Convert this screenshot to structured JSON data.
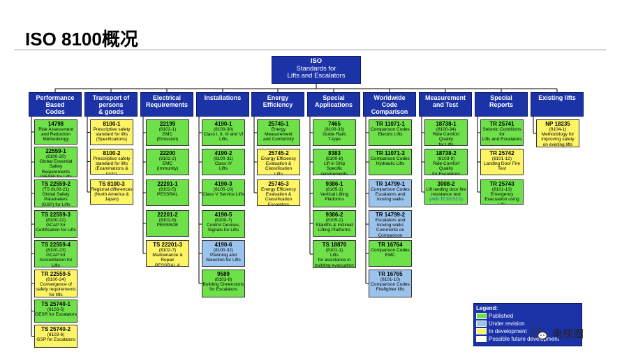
{
  "page": {
    "title": "ISO 8100概况"
  },
  "root": {
    "title": "ISO",
    "subtitle": "Standards for\nLifts and Escalators"
  },
  "columns": [
    {
      "header": "Performance\nBased\nCodes",
      "items": [
        {
          "code": "14798",
          "number": "",
          "desc": "Risk Assessment\nand Reduction\nMethodology",
          "status": "published"
        },
        {
          "code": "22559-1",
          "number": "(8100-20)",
          "desc": "Global Essential\nSafety Requirements\n(GESR) for Lifts",
          "status": "published"
        },
        {
          "code": "TS 22559-2",
          "number": "(TS 8100-21)",
          "desc": "Global Safety\nParameters\n(GSP) for Lifts",
          "status": "published"
        },
        {
          "code": "TS 22559-3",
          "number": "(8100-22)",
          "desc": "GCAP for\nCertification for Lifts",
          "status": "published"
        },
        {
          "code": "TS 22559-4",
          "number": "(8100-23)",
          "desc": "GCAP for\nAccreditation for Lifts",
          "status": "published"
        },
        {
          "code": "TR 22559-5",
          "number": "(8100-24)",
          "desc": "Convergence of\nsafety requirements\nfor lifts",
          "status": "development"
        },
        {
          "code": "TS 25740-1",
          "number": "(8103-5)",
          "desc": "GESR for Escalators",
          "status": "published"
        },
        {
          "code": "TS 25740-2",
          "number": "(8103-6)",
          "desc": "GSP for Escalators",
          "status": "development"
        }
      ]
    },
    {
      "header": "Transport of\npersons\n& goods",
      "items": [
        {
          "code": "8100-1",
          "number": "",
          "desc": "Prescriptive safety\nstandard for lifts\n(Specifications)",
          "status": "development"
        },
        {
          "code": "8100-2",
          "number": "",
          "desc": "Prescriptive safety\nstandard for lifts\n(Examinations & tests)",
          "status": "development"
        },
        {
          "code": "TS 8100-3",
          "number": "",
          "desc": "Regional differences\n(North America &\nJapan)",
          "status": "development"
        }
      ]
    },
    {
      "header": "Electrical\nRequirements",
      "items": [
        {
          "code": "22199",
          "number": "(8102-1)",
          "desc": "EMC\n(Emission)",
          "status": "published"
        },
        {
          "code": "22200",
          "number": "(8102-2)",
          "desc": "EMC\n(Immunity)",
          "status": "published"
        },
        {
          "code": "22201-1",
          "number": "(8102-5)",
          "desc": "PESSRAL",
          "status": "published"
        },
        {
          "code": "22201-2",
          "number": "(8102-6)",
          "desc": "PESSRAE",
          "status": "published"
        },
        {
          "code": "TS 22201-3",
          "number": "(8102-7)",
          "desc": "Maintenance &\nRepair\nPESSRAL & PESSRAE",
          "status": "development"
        }
      ]
    },
    {
      "header": "Installations",
      "items": [
        {
          "code": "4190-1",
          "number": "(8100-30)",
          "desc": "Class I, II, III and VI Lifts",
          "status": "published"
        },
        {
          "code": "4190-2",
          "number": "(8100-31)",
          "desc": "Class IV\nLifts",
          "status": "published"
        },
        {
          "code": "4190-3",
          "number": "(8105-10)",
          "desc": "Class V Service Lifts",
          "status": "published"
        },
        {
          "code": "4190-5",
          "number": "(8100-7)",
          "desc": "Control Devices,\nSignals for Lifts",
          "status": "published"
        },
        {
          "code": "4190-6",
          "number": "(8100-32)",
          "desc": "Planning and\nSelection for Lifts",
          "status": "revision"
        },
        {
          "code": "9589",
          "number": "(8103-8)",
          "desc": "Building Dimensions\nfor Escalators",
          "status": "published"
        }
      ]
    },
    {
      "header": "Energy\nEfficiency",
      "items": [
        {
          "code": "25745-1",
          "number": "",
          "desc": "Energy Measurement\nand Conformity",
          "status": "published"
        },
        {
          "code": "25745-2",
          "number": "",
          "desc": "Energy Efficiency\nEvaluation &\nClassification\nLifts",
          "status": "development"
        },
        {
          "code": "25745-3",
          "number": "",
          "desc": "Energy Efficiency\nEvaluation &\nClassification\nEscalators",
          "status": "development"
        }
      ]
    },
    {
      "header": "Special\nApplications",
      "items": [
        {
          "code": "7465",
          "number": "(8100-33)",
          "desc": "Guide Rails\nT-type",
          "status": "published"
        },
        {
          "code": "8383",
          "number": "(8100-8)",
          "desc": "Lift in Ship\nSpecific requirements",
          "status": "published"
        },
        {
          "code": "9386-1",
          "number": "(8105-1)",
          "desc": "Vertical Lifting\nPlatforms",
          "status": "published"
        },
        {
          "code": "9386-2",
          "number": "(8105-2)",
          "desc": "Stairlifts & Inclined\nLifting Platforms",
          "status": "published"
        },
        {
          "code": "TS 18870",
          "number": "(8101-1)",
          "desc": "Lifts\nfor assistance in\nbuilding evacuation",
          "status": "published"
        }
      ]
    },
    {
      "header": "Worldwide\nCode\nComparison",
      "items": [
        {
          "code": "TR 11071-1",
          "number": "",
          "desc": "Comparison Codes\nElectric Lifts",
          "status": "published"
        },
        {
          "code": "TR 11071-2",
          "number": "",
          "desc": "Comparison Codes\nHydraulic Lifts",
          "status": "published"
        },
        {
          "code": "TR 14799-1",
          "number": "",
          "desc": "Comparison Codes\nEscalators and\nmoving walks",
          "status": "revision"
        },
        {
          "code": "TR 14799-2",
          "number": "",
          "desc": "Escalators and\nmoving walks\nComments on\nComparison",
          "status": "revision"
        },
        {
          "code": "TR 16764",
          "number": "",
          "desc": "Comparison Codes\nEMC",
          "status": "published"
        },
        {
          "code": "TR 16765",
          "number": "(8101-10)",
          "desc": "Comparison Codes\nFirefighter lifts",
          "status": "revision"
        }
      ]
    },
    {
      "header": "Measurement\nand Test",
      "items": [
        {
          "code": "18738-1",
          "number": "(8100-34)",
          "desc": "Ride Comfort Quality\nfor Lifts",
          "status": "published"
        },
        {
          "code": "18738-2",
          "number": "(8103-9)",
          "desc": "Ride Comfort Quality\nfor Escalators",
          "status": "published"
        },
        {
          "code": "3008-2",
          "number": "",
          "desc": "Lift landing door fire\nresistance test",
          "note": "(with TC92/SC2)",
          "status": "published"
        }
      ]
    },
    {
      "header": "Special\nReports",
      "items": [
        {
          "code": "TR 25741",
          "number": "",
          "desc": "Seismic Conditions for\nLifts and Escalators",
          "status": "published"
        },
        {
          "code": "TR 25742",
          "number": "(8101-12)",
          "desc": "Landing Door Fire Test",
          "status": "development"
        },
        {
          "code": "TR 25743",
          "number": "(8101-13)",
          "desc": "Emergency\nEvacuation using Lifts",
          "status": "published"
        }
      ]
    },
    {
      "header": "Existing lifts",
      "items": [
        {
          "code": "NP 18235",
          "number": "(8104-1)",
          "desc": "Methodology for\nimproving safety\non existing lifts",
          "status": "development"
        }
      ]
    }
  ],
  "legend": {
    "title": "Legend:",
    "items": [
      {
        "label": "Published",
        "status": "published"
      },
      {
        "label": "Under revision",
        "status": "revision"
      },
      {
        "label": "In development",
        "status": "development"
      },
      {
        "label": "Possible future development",
        "status": "future"
      }
    ]
  },
  "watermark": {
    "label": "电梯圈",
    "icon": "wechat-icon"
  },
  "colors": {
    "header": "#1c33a8",
    "published": "#6ee04a",
    "revision": "#9cc3ec",
    "development": "#fdf466",
    "future": "#ffffff"
  }
}
